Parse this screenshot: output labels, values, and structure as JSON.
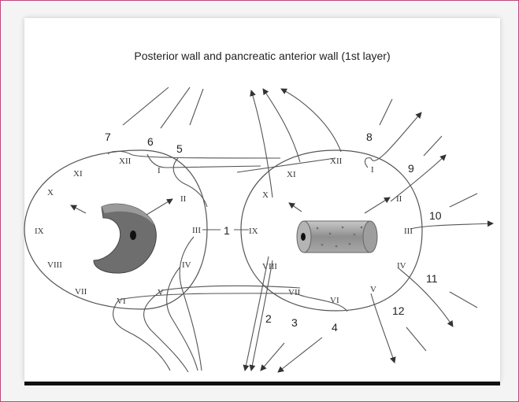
{
  "title": "Posterior wall and pancreatic anterior wall (1st layer)",
  "left_clock": [
    "XII",
    "I",
    "II",
    "III",
    "IV",
    "V",
    "VI",
    "VII",
    "VIII",
    "IX",
    "X",
    "XI"
  ],
  "right_clock": [
    "XII",
    "I",
    "II",
    "III",
    "IV",
    "V",
    "VI",
    "VII",
    "VIII",
    "IX",
    "X",
    "XI"
  ],
  "suture_numbers": [
    "1",
    "2",
    "3",
    "4",
    "5",
    "6",
    "7",
    "8",
    "9",
    "10",
    "11",
    "12"
  ],
  "colors": {
    "frame": "#c0477a",
    "line": "#555555",
    "pancreas": "#6e6e6e",
    "bowel": "#9a9a9a"
  }
}
